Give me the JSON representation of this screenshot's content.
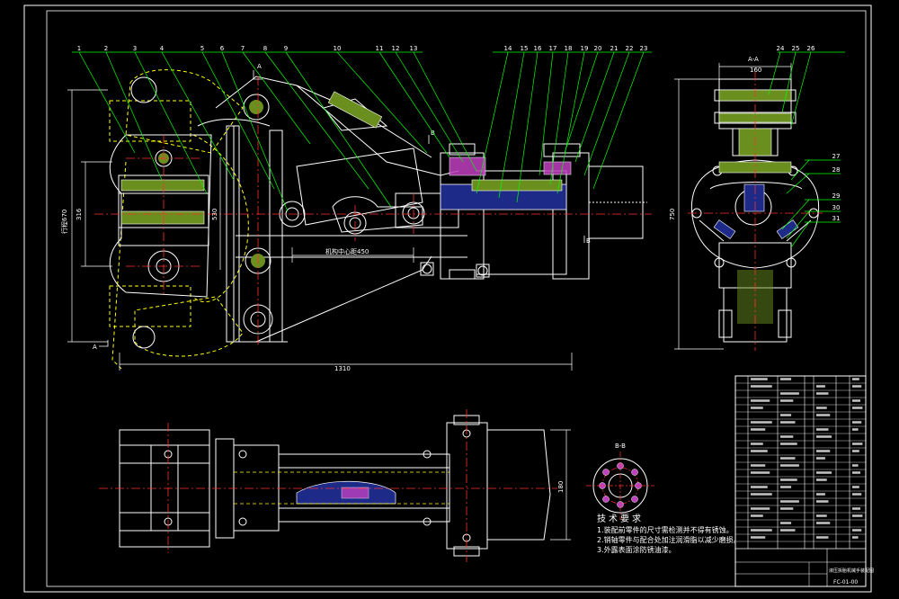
{
  "colors": {
    "background": "#000000",
    "frame": "#ffffff",
    "outline": "#ffffff",
    "hidden": "#ffff00",
    "center": "#ff3030",
    "leader": "#00ff00",
    "dimension": "#00ff00",
    "fill_blue": "#1e2a88",
    "fill_green": "#6a8f1e",
    "fill_mag": "#c040c0",
    "text": "#ffffff"
  },
  "balloons": {
    "top_left": [
      "1",
      "2",
      "3",
      "4",
      "5",
      "6",
      "7",
      "8",
      "9",
      "10",
      "11",
      "12",
      "13"
    ],
    "top_right": [
      "14",
      "15",
      "16",
      "17",
      "18",
      "19",
      "20",
      "21",
      "22",
      "23"
    ],
    "side_top": [
      "24",
      "25",
      "26"
    ],
    "side_right": [
      "27",
      "28",
      "29",
      "30",
      "31"
    ]
  },
  "dimensions": {
    "overall_length": "1310",
    "height_left": "316",
    "height_left2": "行程670",
    "height_mid": "530",
    "side_width": "160",
    "side_height": "750",
    "center_dim": "机构中心距450",
    "bottom_height": "180"
  },
  "section_labels": {
    "a": "A",
    "aa": "A-A",
    "bb": "B-B",
    "b": "B"
  },
  "notes": {
    "heading": "技术要求",
    "items": [
      "1.装配前零件的尺寸需检测并不得有锈蚀。",
      "2.销轴零件与配合处加注润滑脂以减少磨损。",
      "3.外露表面涂防锈油漆。"
    ]
  },
  "title_block": {
    "drawing_title": "液压拆胎机械手装配图",
    "drawing_no": "FC-01-00"
  }
}
